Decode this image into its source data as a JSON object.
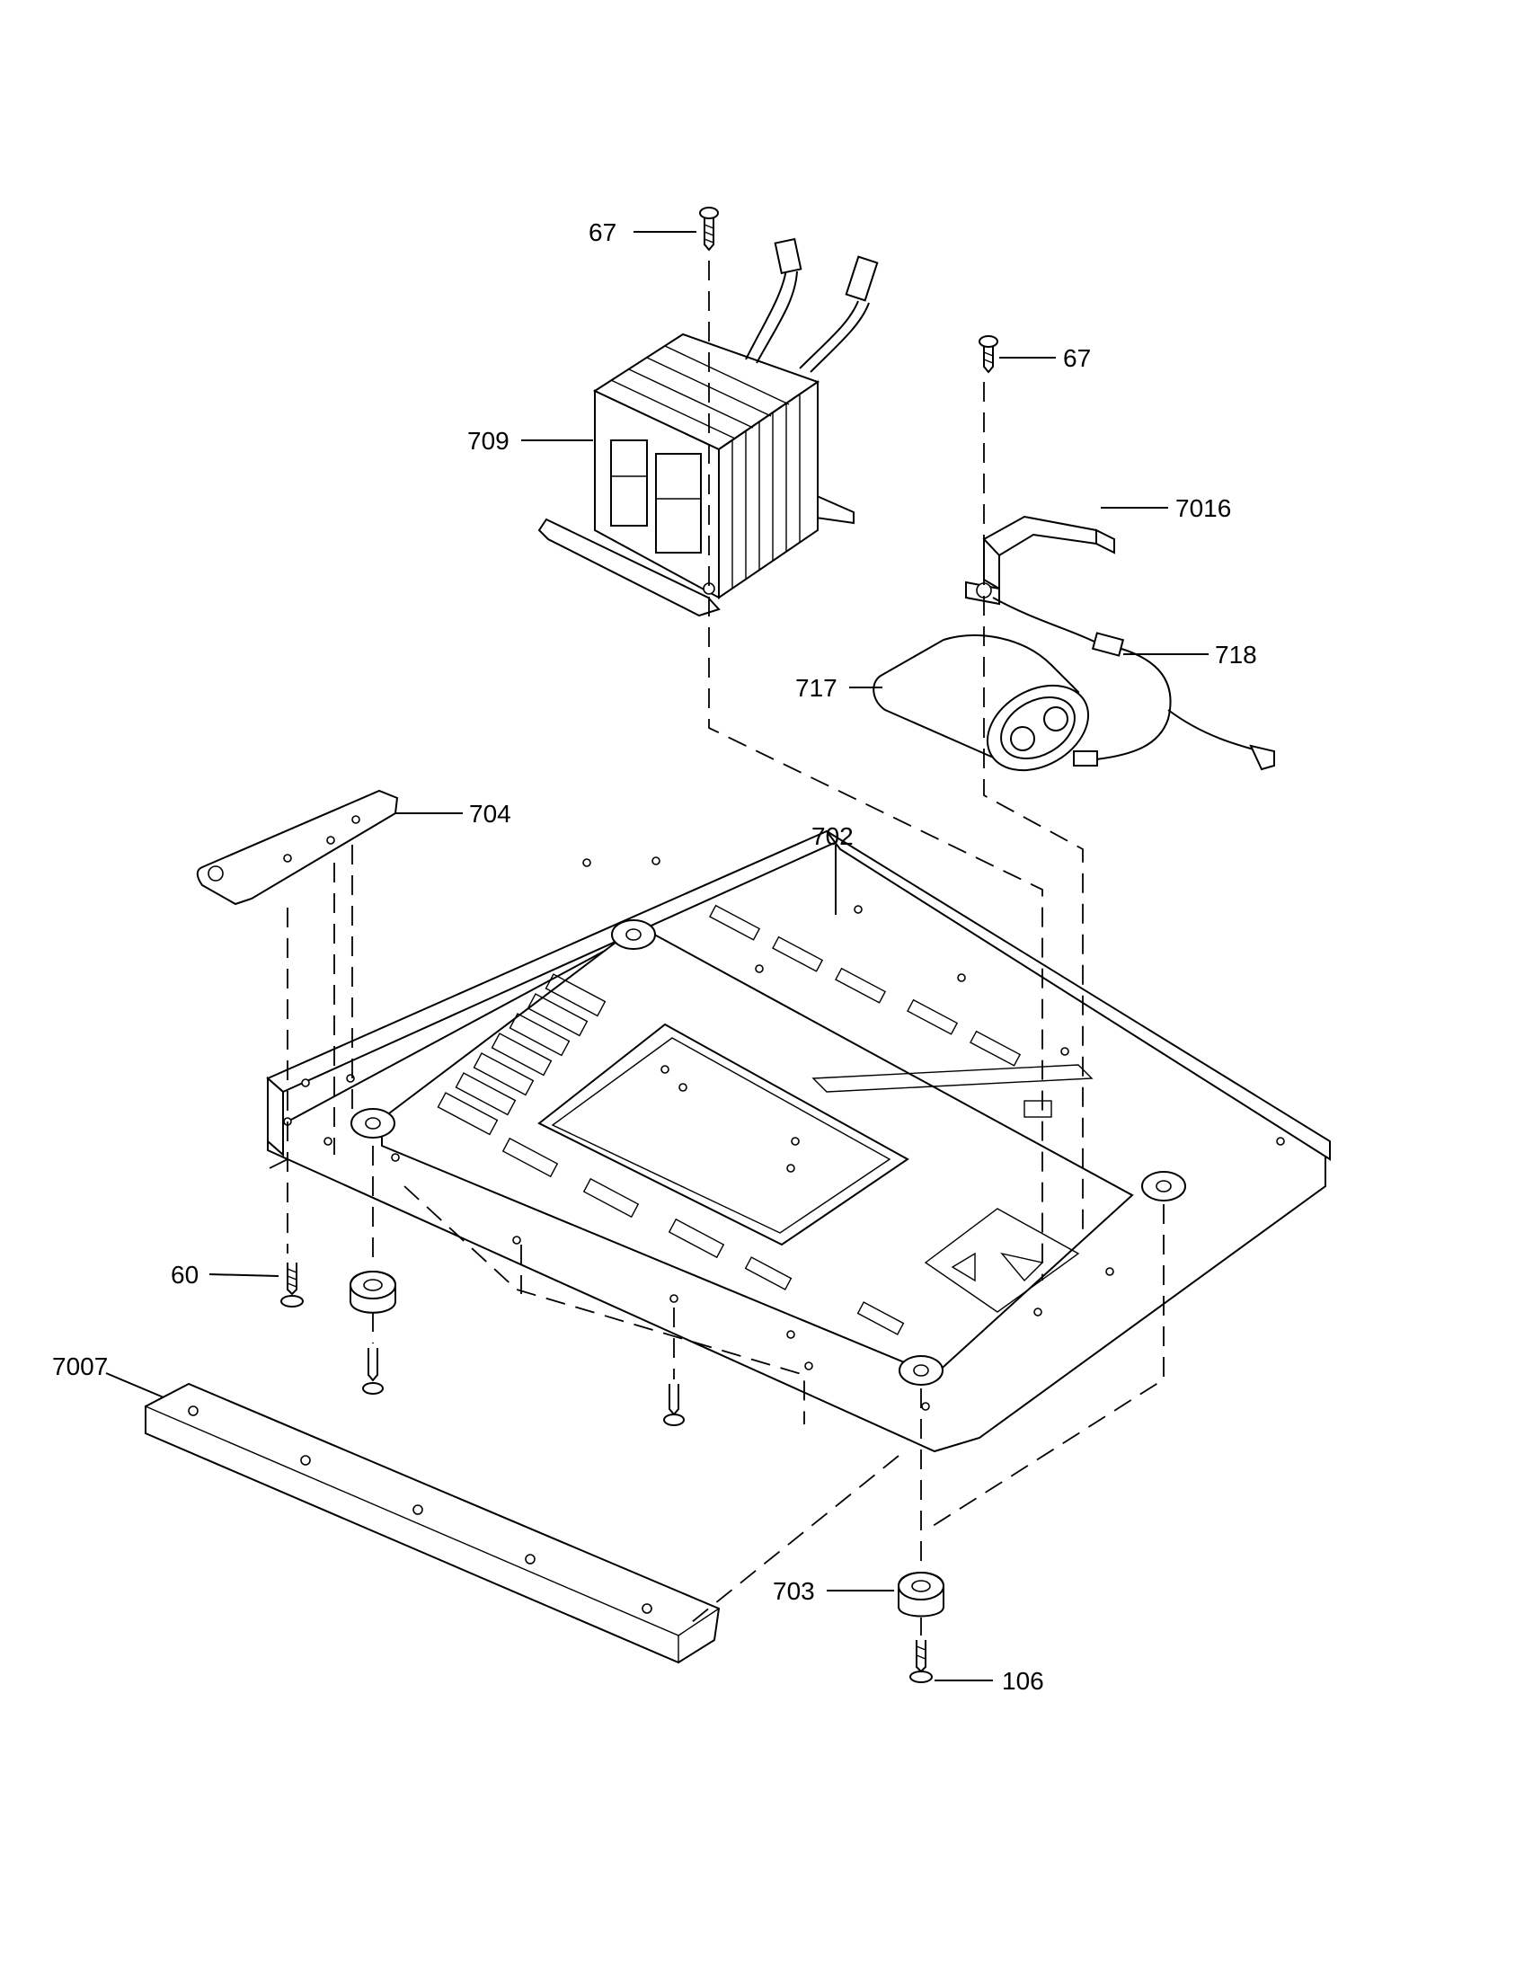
{
  "labels": {
    "screw_top_left": "67",
    "screw_top_right": "67",
    "transformer": "709",
    "bracket_capacitor": "7016",
    "diode": "718",
    "capacitor": "717",
    "bracket_left": "704",
    "base_plate": "702",
    "screw_left": "60",
    "rail": "7007",
    "foot": "703",
    "screw_foot": "106"
  }
}
